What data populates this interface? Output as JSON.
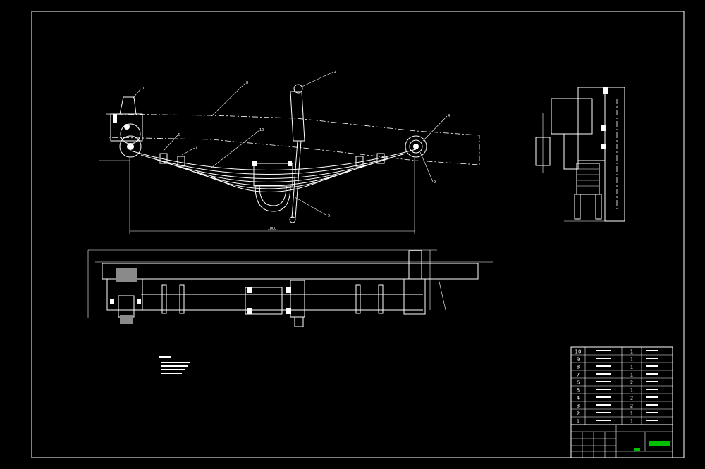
{
  "colors": {
    "background": "#000000",
    "line": "#ffffff",
    "accent": "#00c000"
  },
  "balloons": [
    "1",
    "2",
    "4",
    "5",
    "6",
    "7",
    "8",
    "9",
    "10"
  ],
  "dimension": "1000",
  "parts_list": [
    {
      "no": "10",
      "qty": "1"
    },
    {
      "no": "9",
      "qty": "1"
    },
    {
      "no": "8",
      "qty": "1"
    },
    {
      "no": "7",
      "qty": "1"
    },
    {
      "no": "6",
      "qty": "2"
    },
    {
      "no": "5",
      "qty": "1"
    },
    {
      "no": "4",
      "qty": "2"
    },
    {
      "no": "3",
      "qty": "2"
    },
    {
      "no": "2",
      "qty": "1"
    },
    {
      "no": "1",
      "qty": "1"
    }
  ]
}
